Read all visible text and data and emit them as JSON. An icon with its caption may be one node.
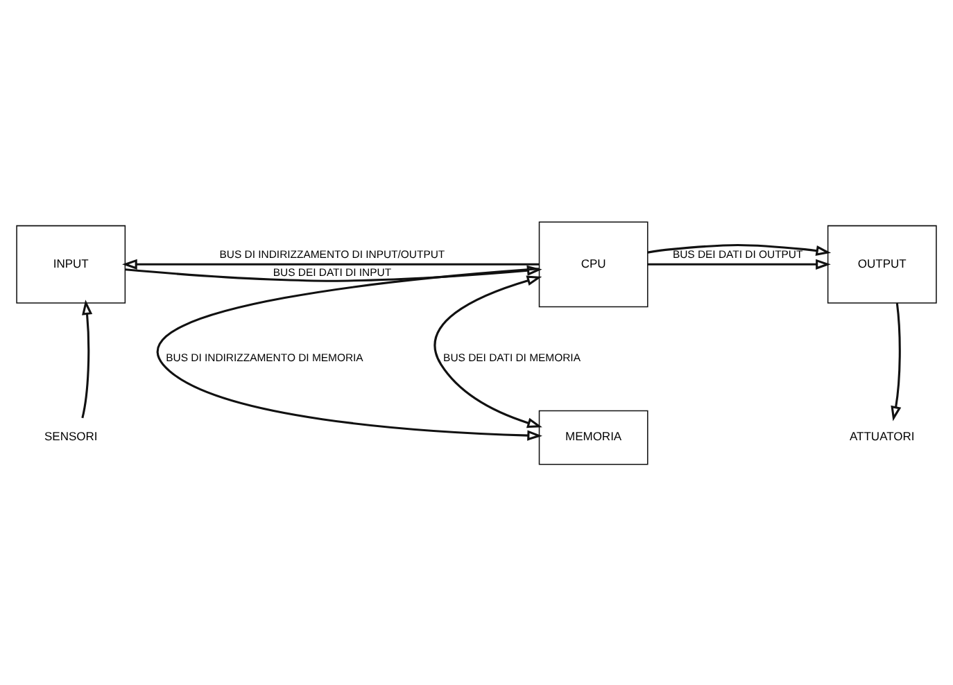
{
  "diagram": {
    "nodes": [
      {
        "text": [
          "INPUT"
        ]
      },
      {
        "text": [
          "CPU"
        ]
      },
      {
        "text": [
          "OUTPUT"
        ]
      },
      {
        "text": [
          "MEMORIA"
        ]
      },
      {
        "text": [
          "SENSORI"
        ]
      },
      {
        "text": [
          "ATTUATORI"
        ]
      }
    ],
    "edges": [
      {
        "from": 1,
        "to": 0,
        "arrow": "to",
        "label": "BUS DI INDIRIZZAMENTO DI INPUT/OUTPUT"
      },
      {
        "from": 1,
        "to": 2,
        "arrow": "to"
      },
      {
        "from": 0,
        "to": 1,
        "arrow": "to",
        "label": "BUS DEI DATI DI INPUT"
      },
      {
        "from": 1,
        "to": 2,
        "arrow": "to",
        "label": "BUS DEI DATI DI OUTPUT"
      },
      {
        "from": 1,
        "to": 3,
        "arrow": "to",
        "label": "BUS DI INDIRIZZAMENTO DI MEMORIA"
      },
      {
        "from": 1,
        "to": 3,
        "arrow": "both",
        "label": "BUS DEI DATI DI MEMORIA"
      },
      {
        "from": 4,
        "to": 0,
        "arrow": "to"
      },
      {
        "from": 2,
        "to": 5,
        "arrow": "to"
      }
    ]
  }
}
